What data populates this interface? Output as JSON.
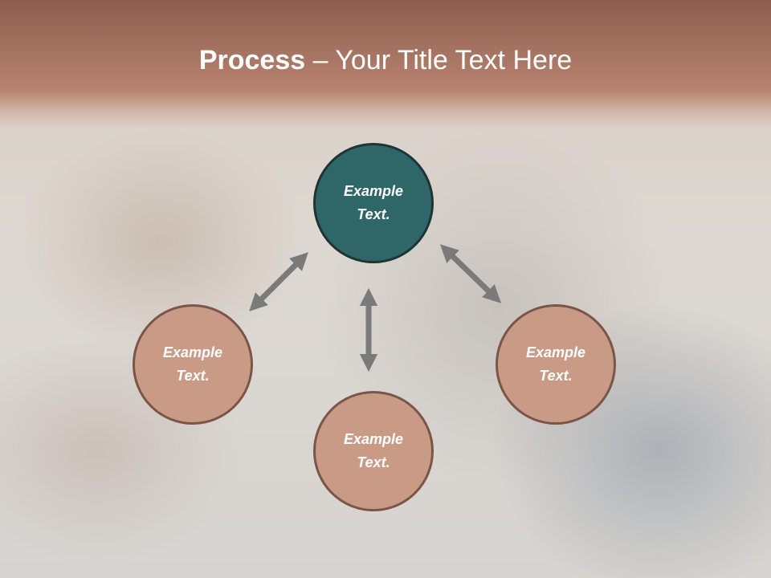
{
  "title": {
    "bold": "Process",
    "dash": " – ",
    "rest": "Your Title Text Here"
  },
  "circles": [
    {
      "text": "Example Text."
    },
    {
      "text": "Example Text."
    },
    {
      "text": "Example Text."
    },
    {
      "text": "Example Text."
    }
  ],
  "colors": {
    "header": "#a87664",
    "top_circle": "#2f6667",
    "side_circle": "#c99a86",
    "arrow": "#7a7a7a"
  }
}
